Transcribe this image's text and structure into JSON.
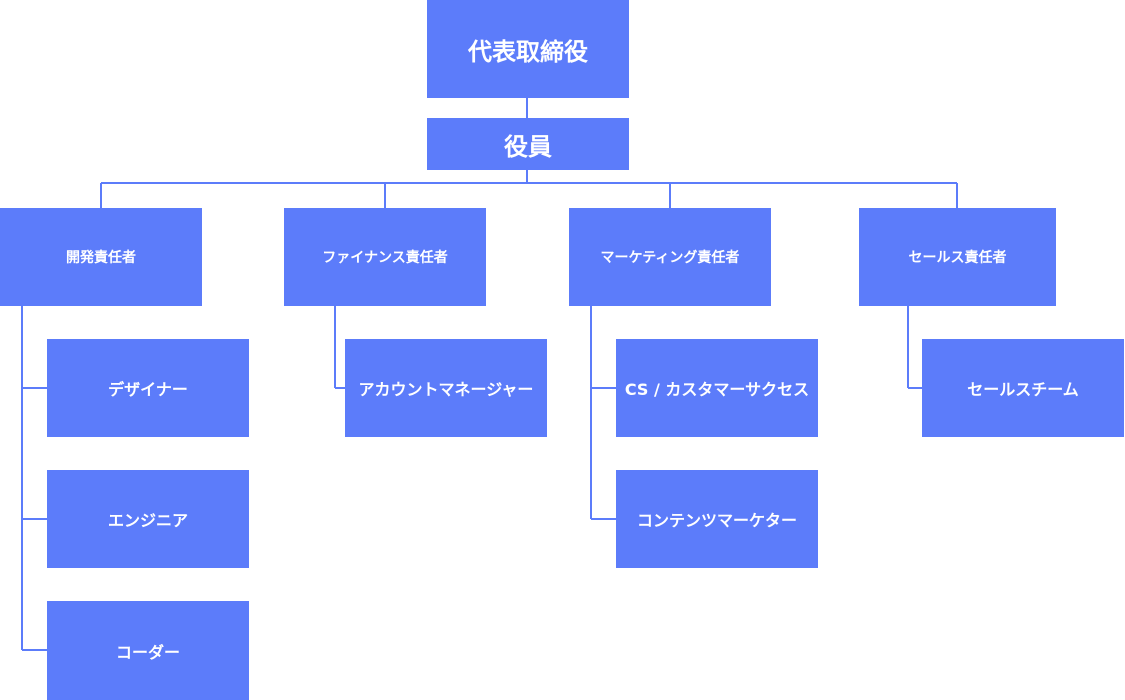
{
  "org_chart": {
    "ceo": "代表取締役",
    "officers": "役員",
    "departments": [
      {
        "head": "開発責任者",
        "members": [
          "デザイナー",
          "エンジニア",
          "コーダー"
        ]
      },
      {
        "head": "ファイナンス責任者",
        "members": [
          "アカウントマネージャー"
        ]
      },
      {
        "head": "マーケティング責任者",
        "members": [
          "CS / カスタマーサクセス",
          "コンテンツマーケター"
        ]
      },
      {
        "head": "セールス責任者",
        "members": [
          "セールスチーム"
        ]
      }
    ]
  },
  "colors": {
    "box": "#5c7cfa",
    "text": "#ffffff",
    "connector": "#5c7cfa"
  }
}
